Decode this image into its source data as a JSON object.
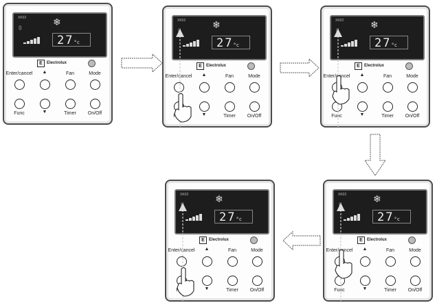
{
  "remote": {
    "model_label": "XK02",
    "temperature": "27",
    "temp_unit": "°c",
    "brand_name": "Electrolux",
    "brand_logo": "E",
    "snow_glyph": "❄",
    "lock_glyph": "⌷",
    "buttons": {
      "enter_cancel": "Enter/cancel",
      "up": "▲",
      "fan": "Fan",
      "mode": "Mode",
      "func": "Func",
      "down": "▼",
      "timer": "Timer",
      "on_off": "On/Off"
    }
  },
  "steps": [
    {
      "id": "step-1",
      "highlight": "none",
      "finger": "none"
    },
    {
      "id": "step-2",
      "highlight": "up",
      "finger": "func"
    },
    {
      "id": "step-3",
      "highlight": "up",
      "finger": "enter"
    },
    {
      "id": "step-4",
      "highlight": "up",
      "finger": "func"
    },
    {
      "id": "step-5",
      "highlight": "up",
      "finger": "enter"
    }
  ],
  "colors": {
    "frame": "#4a4a4a",
    "screen": "#1d1d1d",
    "arrow": "#555555"
  }
}
